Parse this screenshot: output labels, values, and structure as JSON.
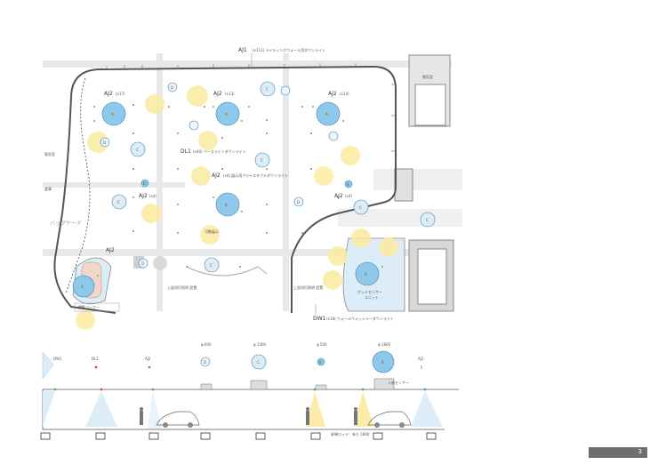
{
  "plan": {
    "labels": {
      "aj1": "AJ1",
      "aj1_note": "(x111) ライティングウォール用ダウンライト",
      "aj2": "AJ2",
      "aj2_note_a": "(x17)",
      "aj2_note_b": "(x13)",
      "aj2_note_c": "(x14)",
      "aj2_note_d": "(x4)",
      "aj2_note_e": "(x4)",
      "aj2_main_note": "(x4) 展示用アジャスタブルダウンライト",
      "dl1": "DL1",
      "dl1_note": "(x40) ベースライトダウンライト",
      "dw1": "DW1",
      "dw1_note": "(x18) ウォールウォッシャーダウンライト",
      "bag_yard": "バッグヤード",
      "stop_corner": "撮影コーナー",
      "side_left_a": "電気室",
      "side_left_b": "倉庫",
      "right_room": "電気室",
      "mid_label": "可動展示",
      "sensor": "ポッドセンサー",
      "sensor_b": "ユニット",
      "upper_a": "上部消灯照明 設置",
      "upper_b": "上部消灯照明 設置",
      "circle_A": "A",
      "circle_B": "B",
      "circle_C": "C",
      "circle_D": "D"
    }
  },
  "legend": {
    "items": [
      {
        "code": "DW1"
      },
      {
        "code": "DL1"
      },
      {
        "code": "AJ2"
      },
      {
        "code": "D",
        "size": "φ 600"
      },
      {
        "code": "C",
        "size": "φ 1400"
      },
      {
        "code": "B",
        "size": "φ 500"
      },
      {
        "code": "A",
        "size": "φ 1800"
      },
      {
        "code": "AJ1"
      }
    ]
  },
  "section": {
    "label_sensor": "人感センサー",
    "label_bottom": "昇降ロッド：有り 1800"
  },
  "page": {
    "number": "3"
  },
  "colors": {
    "blue_circle": "#8fc9ea",
    "pale_blue": "#dcedf8",
    "yellow_glow": "#fbeba0",
    "line_dark": "#5a5a5a",
    "page_bar": "#6e6e6e"
  }
}
